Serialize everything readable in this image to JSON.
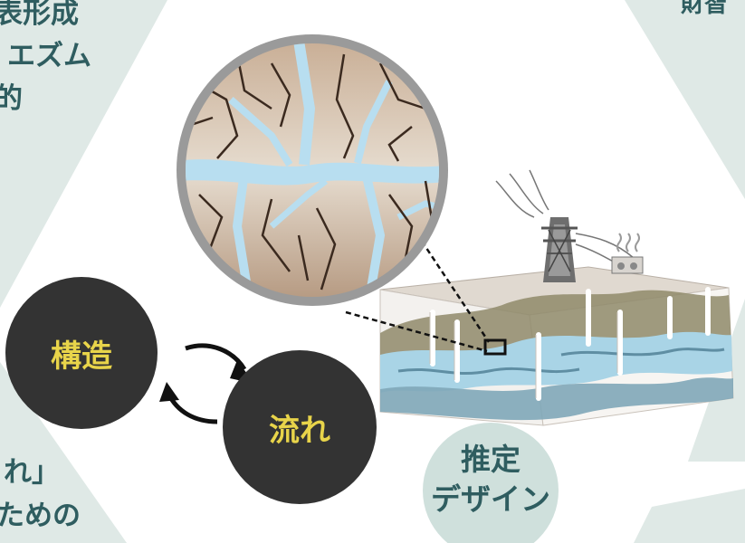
{
  "top_left_text": [
    "表形成",
    "エズム",
    "的"
  ],
  "bottom_left_text": [
    "れ」",
    "ための"
  ],
  "top_right_text": "財智",
  "cycle": {
    "structure_label": "構造",
    "flow_label": "流れ"
  },
  "estimation": {
    "line1": "推定",
    "line2": "デザイン"
  },
  "colors": {
    "panel_teal": "#dfe9e6",
    "dark_circle": "#333333",
    "label_yellow": "#e8d44a",
    "text_teal": "#2f5d60",
    "estimation_circle": "#cfe0dc",
    "rock_brown": "#b89b82",
    "water_blue": "#a9d4e6"
  }
}
